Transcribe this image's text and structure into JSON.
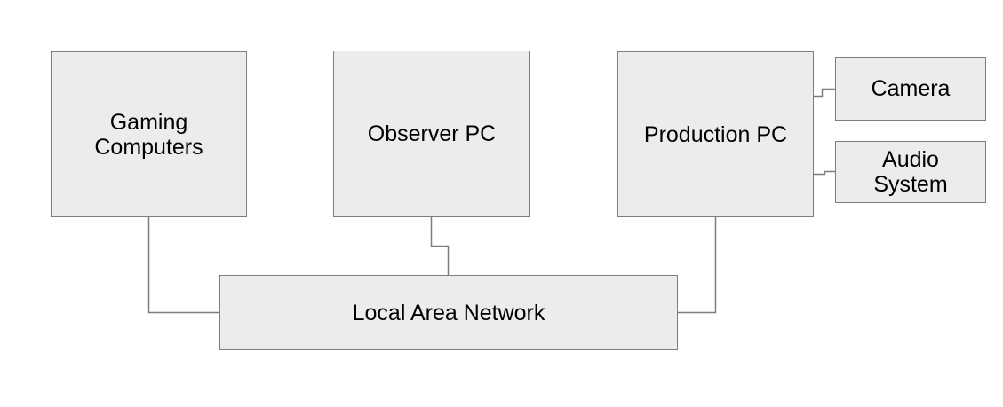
{
  "diagram": {
    "type": "block-diagram",
    "colors": {
      "background": "#ffffff",
      "node_fill": "#ececec",
      "node_border": "#7d7d7d",
      "connector": "#7d7d7d",
      "text": "#000000"
    },
    "nodes": [
      {
        "id": "gaming-computers",
        "label": "Gaming\nComputers"
      },
      {
        "id": "observer-pc",
        "label": "Observer PC"
      },
      {
        "id": "production-pc",
        "label": "Production PC"
      },
      {
        "id": "camera",
        "label": "Camera"
      },
      {
        "id": "audio-system",
        "label": "Audio\nSystem"
      },
      {
        "id": "local-area-network",
        "label": "Local Area Network"
      }
    ],
    "connectors": [
      {
        "from": "gaming-computers",
        "to": "local-area-network",
        "style": "elbow"
      },
      {
        "from": "observer-pc",
        "to": "local-area-network",
        "style": "elbow"
      },
      {
        "from": "production-pc",
        "to": "local-area-network",
        "style": "elbow"
      },
      {
        "from": "production-pc",
        "to": "camera",
        "style": "elbow"
      },
      {
        "from": "production-pc",
        "to": "audio-system",
        "style": "elbow"
      }
    ]
  }
}
